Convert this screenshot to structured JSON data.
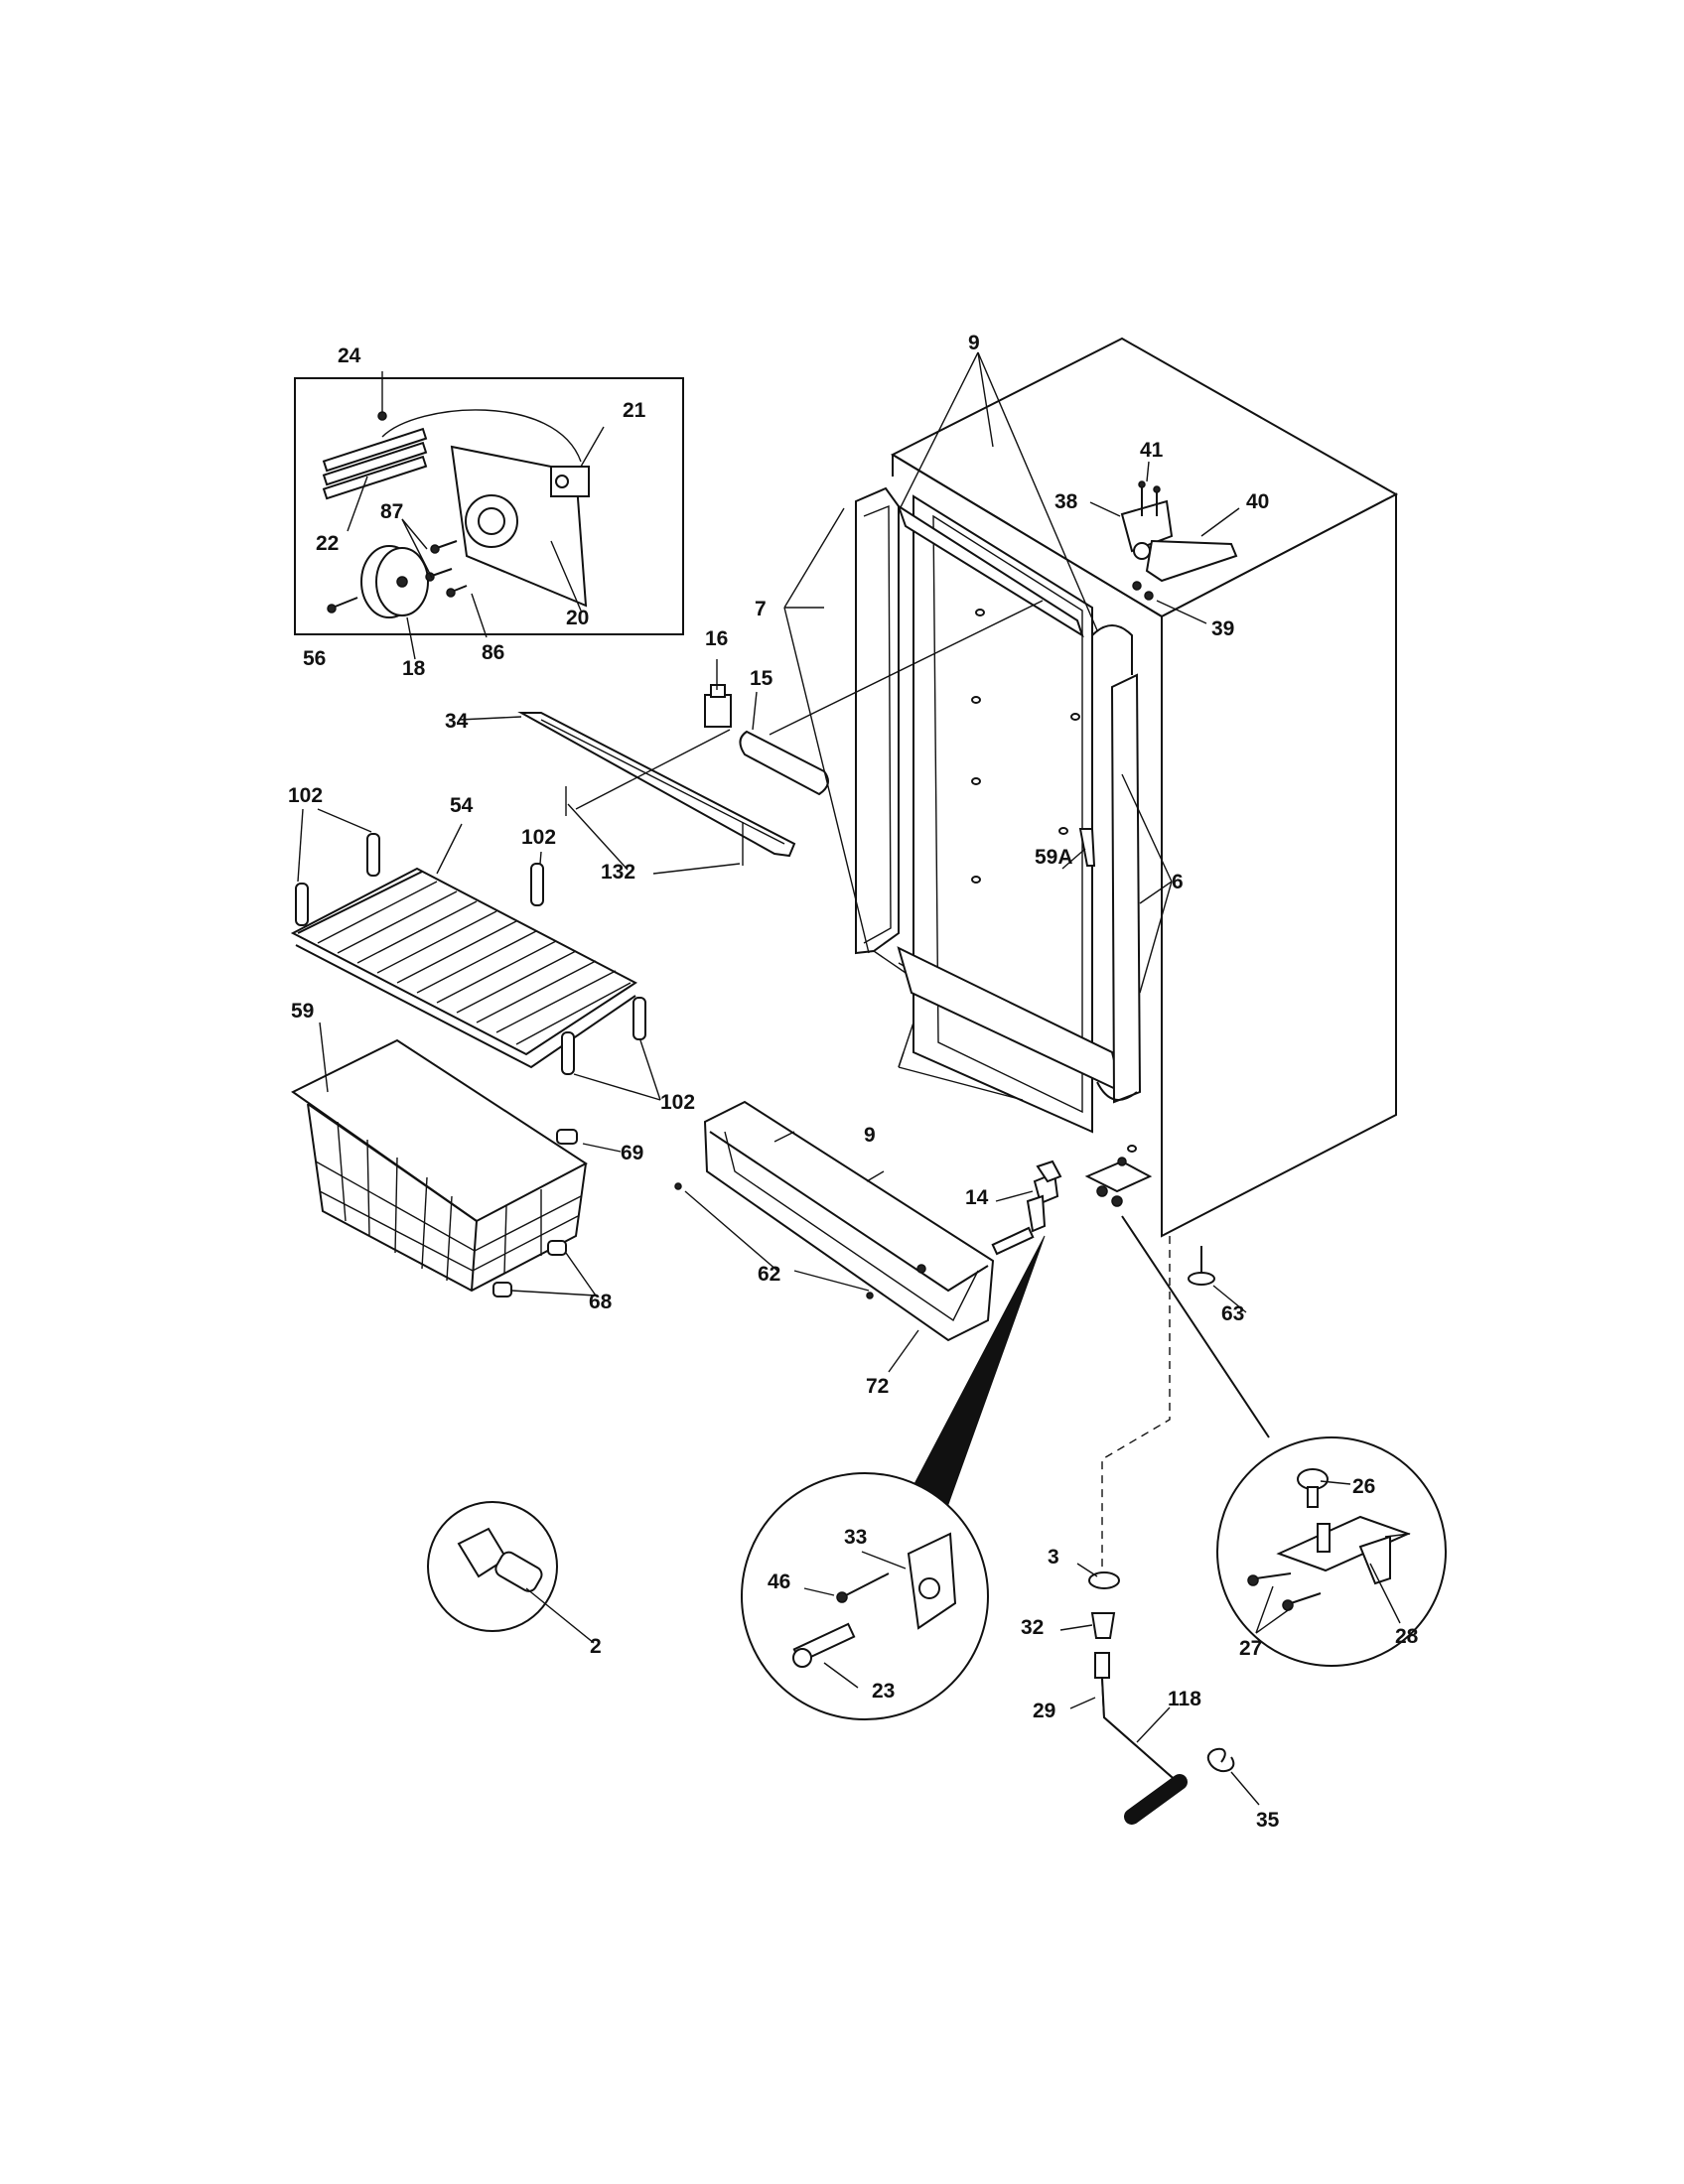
{
  "diagram": {
    "callouts": {
      "c24": "24",
      "c21": "21",
      "c22": "22",
      "c87": "87",
      "c20": "20",
      "c56": "56",
      "c18": "18",
      "c86": "86",
      "c16": "16",
      "c15": "15",
      "c34": "34",
      "c7": "7",
      "c9a": "9",
      "c41": "41",
      "c38": "38",
      "c40": "40",
      "c39": "39",
      "c102a": "102",
      "c54": "54",
      "c102b": "102",
      "c132": "132",
      "c59a": "59A",
      "c6": "6",
      "c59": "59",
      "c102c": "102",
      "c69": "69",
      "c9b": "9",
      "c14": "14",
      "c62": "62",
      "c68": "68",
      "c72": "72",
      "c63": "63",
      "c26": "26",
      "c3": "3",
      "c33": "33",
      "c46": "46",
      "c23": "23",
      "c2": "2",
      "c32": "32",
      "c28": "28",
      "c27": "27",
      "c29": "29",
      "c118": "118",
      "c35": "35"
    }
  }
}
